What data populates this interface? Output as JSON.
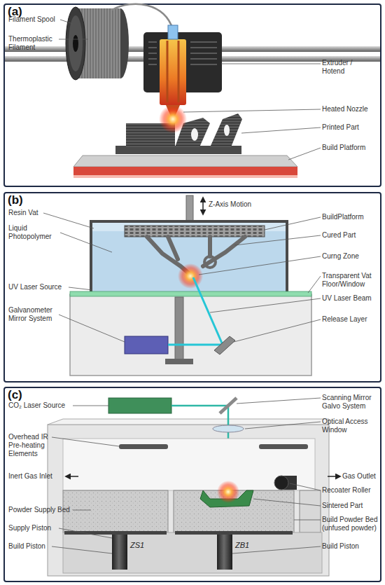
{
  "diagram": {
    "nodes": [
      {
        "text": [
          "(a)"
        ]
      },
      {
        "text": [
          "(b)"
        ]
      },
      {
        "text": [
          "(c)"
        ]
      }
    ],
    "labels": [
      "Filament Spool",
      "Thermoplastic Filament",
      "Extruder / Hotend",
      "Heated Nozzle",
      "Printed Part",
      "Build Platform",
      "Z-Axis Motion",
      "Resin Vat",
      "BuildPlatform",
      "Liquid Photopolymer",
      "Cured Part",
      "Curng Zone",
      "Transparent Vat Floor/Window",
      "UV Laser Source",
      "UV Laser Beam",
      "Galvanometer Mirror System",
      "Release Layer",
      "CO₂ Laser Source",
      "Scanning Mirror Galvo System",
      "Optical Access Window",
      "Overhead IR Pre-heating Elements",
      "Inert Gas Inlet",
      "Gas Outlet",
      "Recoater Roller",
      "Sintered Part",
      "Powder Supply Bed",
      "Build Powder Bed (unfused powder)",
      "Supply Piston",
      "Build Piston",
      "ZS1",
      "ZB1",
      "Build Piston"
    ]
  }
}
